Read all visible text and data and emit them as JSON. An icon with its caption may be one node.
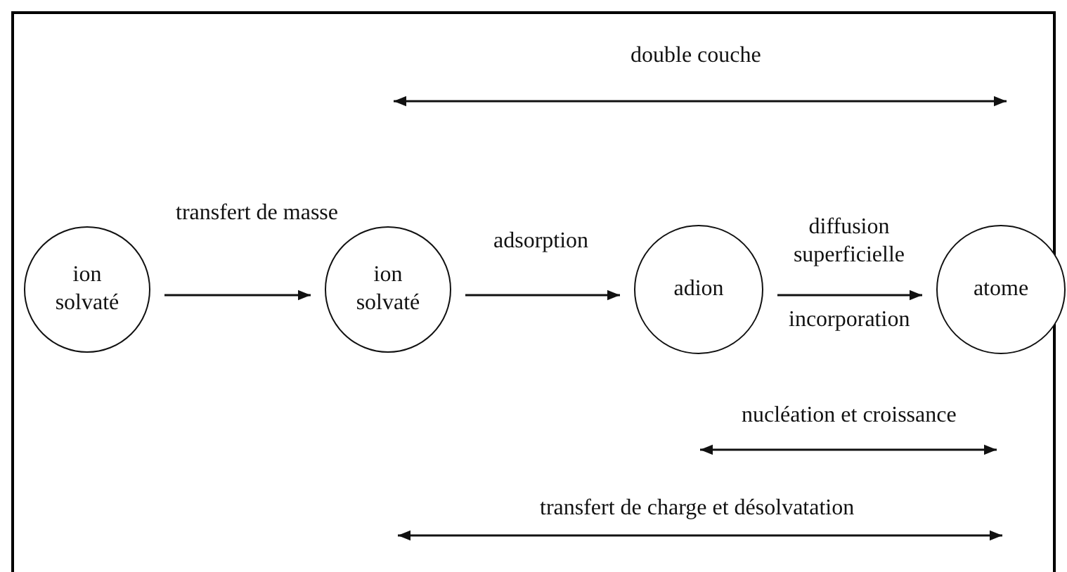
{
  "diagram": {
    "nodes": [
      {
        "text": [
          "ion solvaté"
        ]
      },
      {
        "text": [
          "ion solvaté"
        ]
      },
      {
        "text": [
          "adion"
        ]
      },
      {
        "text": [
          "atome"
        ]
      }
    ],
    "edges": [
      {
        "from": 0,
        "to": 1,
        "arrow": "to",
        "label": "transfert de masse"
      },
      {
        "from": 1,
        "to": 2,
        "arrow": "to",
        "label": "adsorption"
      },
      {
        "from": 2,
        "to": 3,
        "arrow": "to",
        "label": "diffusion superficielle"
      }
    ],
    "labels": [
      "double couche",
      "incorporation",
      "nucléation et croissance",
      "transfert de charge et désolvatation"
    ]
  }
}
